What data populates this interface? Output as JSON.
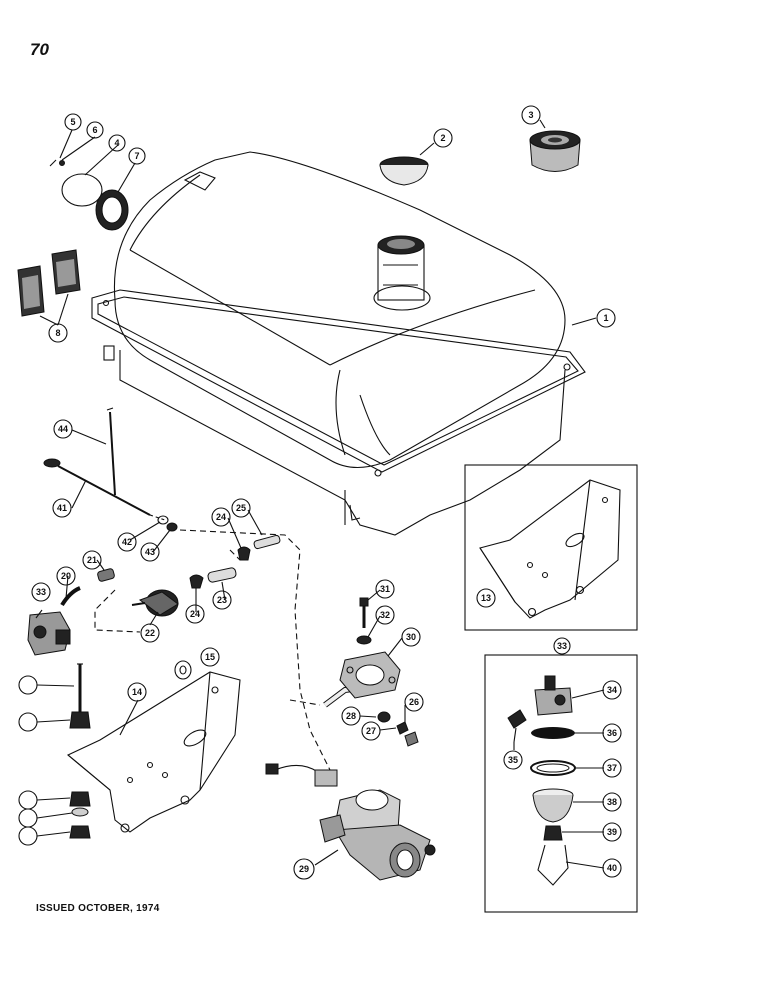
{
  "page": {
    "number": "70",
    "footer": "ISSUED OCTOBER, 1974"
  },
  "callouts": [
    {
      "id": "c1",
      "text": "1"
    },
    {
      "id": "c2",
      "text": "2"
    },
    {
      "id": "c3",
      "text": "3"
    },
    {
      "id": "c4",
      "text": "4"
    },
    {
      "id": "c5",
      "text": "5"
    },
    {
      "id": "c6",
      "text": "6"
    },
    {
      "id": "c7",
      "text": "7"
    },
    {
      "id": "c8",
      "text": "8"
    },
    {
      "id": "c13",
      "text": "13"
    },
    {
      "id": "c14",
      "text": "14"
    },
    {
      "id": "c15",
      "text": "15"
    },
    {
      "id": "c20",
      "text": "20"
    },
    {
      "id": "c21",
      "text": "21"
    },
    {
      "id": "c22",
      "text": "22"
    },
    {
      "id": "c23",
      "text": "23"
    },
    {
      "id": "c24a",
      "text": "24"
    },
    {
      "id": "c24b",
      "text": "24"
    },
    {
      "id": "c25",
      "text": "25"
    },
    {
      "id": "c26",
      "text": "26"
    },
    {
      "id": "c27",
      "text": "27"
    },
    {
      "id": "c28",
      "text": "28"
    },
    {
      "id": "c29",
      "text": "29"
    },
    {
      "id": "c30",
      "text": "30"
    },
    {
      "id": "c31",
      "text": "31"
    },
    {
      "id": "c32",
      "text": "32"
    },
    {
      "id": "c33a",
      "text": "33"
    },
    {
      "id": "c33b",
      "text": "33"
    },
    {
      "id": "c34",
      "text": "34"
    },
    {
      "id": "c35",
      "text": "35"
    },
    {
      "id": "c36",
      "text": "36"
    },
    {
      "id": "c37",
      "text": "37"
    },
    {
      "id": "c38",
      "text": "38"
    },
    {
      "id": "c39",
      "text": "39"
    },
    {
      "id": "c40",
      "text": "40"
    },
    {
      "id": "c41",
      "text": "41"
    },
    {
      "id": "c42",
      "text": "42"
    },
    {
      "id": "c43",
      "text": "43"
    },
    {
      "id": "c44",
      "text": "44"
    }
  ]
}
